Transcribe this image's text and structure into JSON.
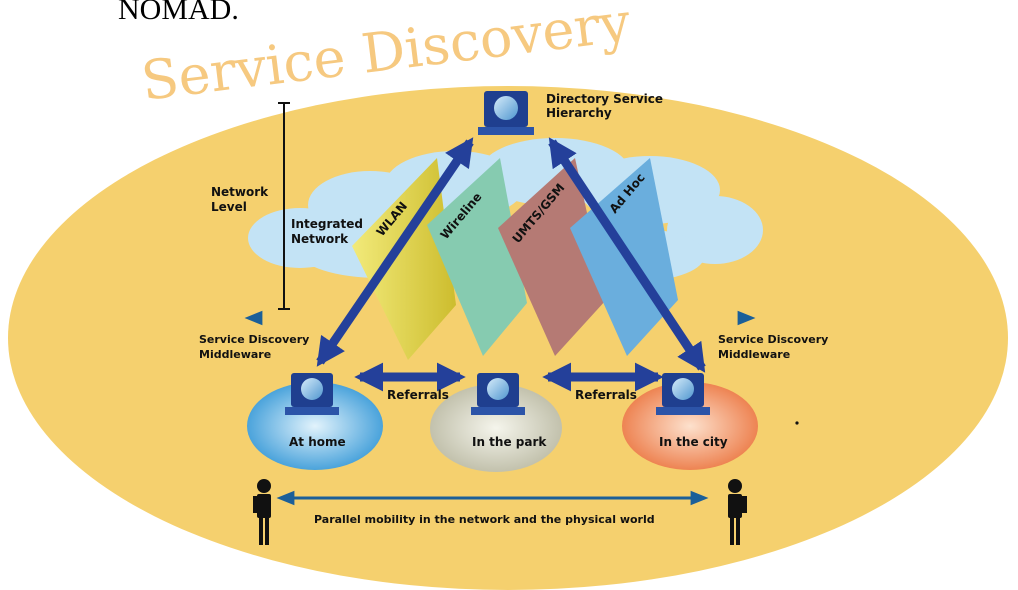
{
  "header": {
    "truncated_text": "NOMAD.",
    "brand_title": "Service Discovery"
  },
  "colors": {
    "background_oval": "#f5d06e",
    "brand_title": "#f4c77a",
    "cloud": "#c3e3f5",
    "arrow": "#24409a",
    "panel_wlan": "#e3d64a",
    "panel_wireline": "#86cbb0",
    "panel_umts": "#b57a74",
    "panel_adhoc": "#6aaedd",
    "zone_home": "#3b9bd8",
    "zone_park": "#c9c9b6",
    "zone_city": "#ec8050"
  },
  "nodes": {
    "directory": "Directory Service\nHierarchy",
    "home": "At home",
    "park": "In the park",
    "city": "In the city"
  },
  "levels": {
    "network_level": "Network\nLevel",
    "integrated_network": "Integrated\nNetwork",
    "middleware_left": "Service Discovery\nMiddleware",
    "middleware_right": "Service Discovery\nMiddleware"
  },
  "networks": [
    "WLAN",
    "Wireline",
    "UMTS/GSM",
    "Ad Hoc"
  ],
  "links": {
    "referrals_left": "Referrals",
    "referrals_right": "Referrals"
  },
  "footer": {
    "mobility_caption": "Parallel mobility in the network and the physical world"
  }
}
